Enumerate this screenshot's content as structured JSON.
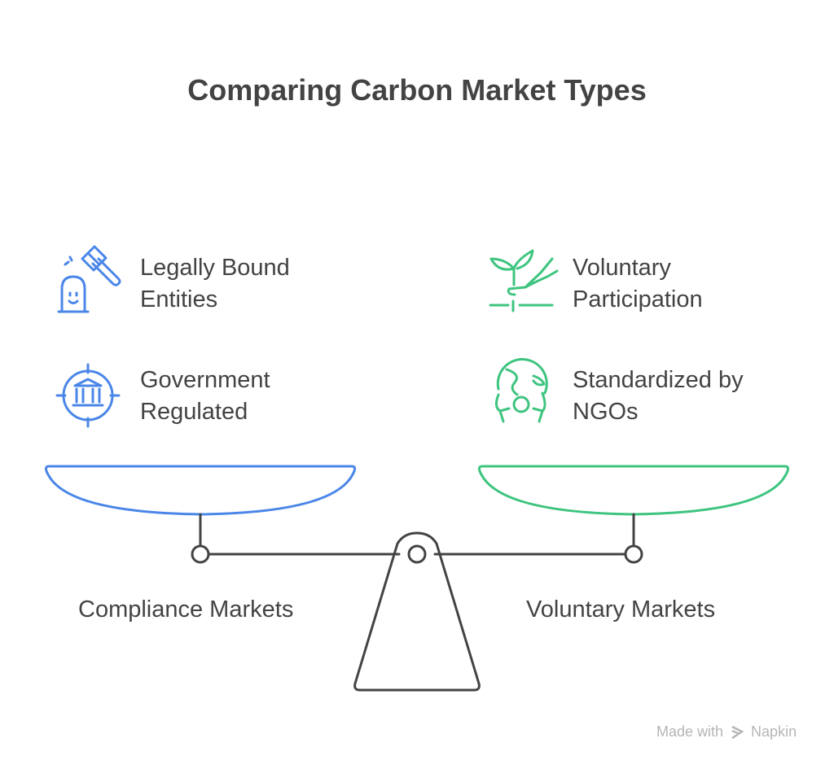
{
  "title": "Comparing Carbon Market Types",
  "left": {
    "label": "Compliance Markets",
    "color": "#4a86e8",
    "features": [
      {
        "text": "Legally Bound\nEntities",
        "icon": "gavel-icon"
      },
      {
        "text": "Government\nRegulated",
        "icon": "government-building-icon"
      }
    ]
  },
  "right": {
    "label": "Voluntary Markets",
    "color": "#3dc47e",
    "features": [
      {
        "text": "Voluntary\nParticipation",
        "icon": "plant-hand-icon"
      },
      {
        "text": "Standardized by\nNGOs",
        "icon": "globe-person-icon"
      }
    ]
  },
  "footer": {
    "made_with": "Made with",
    "brand": "Napkin"
  }
}
